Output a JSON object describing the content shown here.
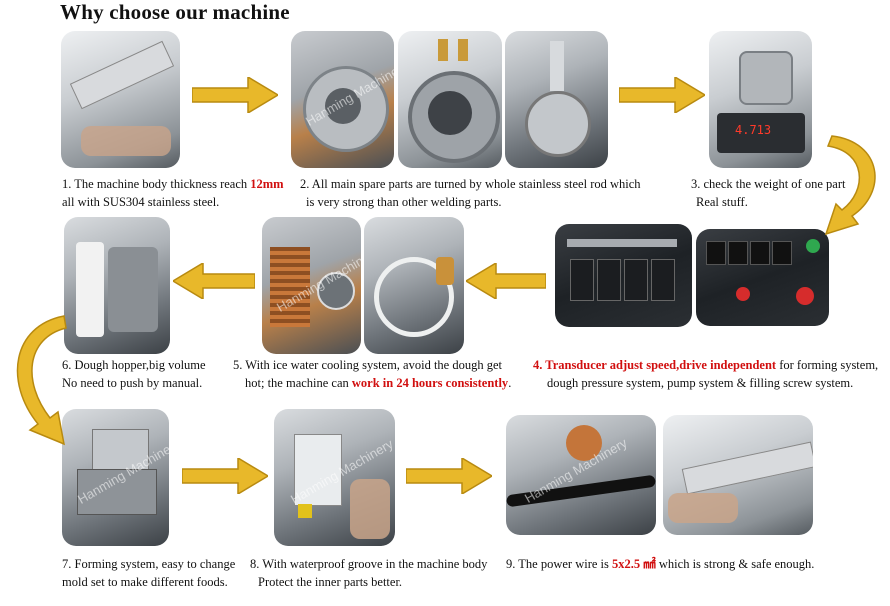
{
  "title": "Why choose our machine",
  "watermark": "Hanming Machinery",
  "captions": {
    "c1": {
      "line1_pre": "1.   The machine body thickness reach ",
      "line1_red": "12mm",
      "line2": "all with SUS304 stainless steel."
    },
    "c2": {
      "line1": "2. All main spare parts are turned by whole stainless steel rod which",
      "line2": "is very strong than other welding parts."
    },
    "c3": {
      "line1": "3. check the weight of one part",
      "line2": "Real stuff."
    },
    "c4": {
      "num": "4. ",
      "red": "Transducer adjust speed,drive independent",
      "line1_post": " for forming system,",
      "line2": "dough pressure system, pump system & filling screw system."
    },
    "c5": {
      "line1": "5. With ice water cooling system, avoid the dough get",
      "line2_pre": "hot; the machine can ",
      "line2_red": "work in 24 hours consistently",
      "line2_post": "."
    },
    "c6": {
      "line1": "6.  Dough hopper,big volume",
      "line2": "No need to push by manual."
    },
    "c7": {
      "line1": "7.  Forming system, easy to change",
      "line2": "mold set to make different foods."
    },
    "c8": {
      "line1": "8. With waterproof groove in the machine body",
      "line2": "Protect the inner parts better."
    },
    "c9": {
      "pre": "9. The power wire is ",
      "red": "5x2.5 ㎟",
      "post": " which is strong & safe enough."
    }
  },
  "scale_display": "4.713",
  "colors": {
    "arrow": "#e8b82a",
    "arrow_edge": "#b88a10",
    "accent_red": "#d10f0f"
  }
}
